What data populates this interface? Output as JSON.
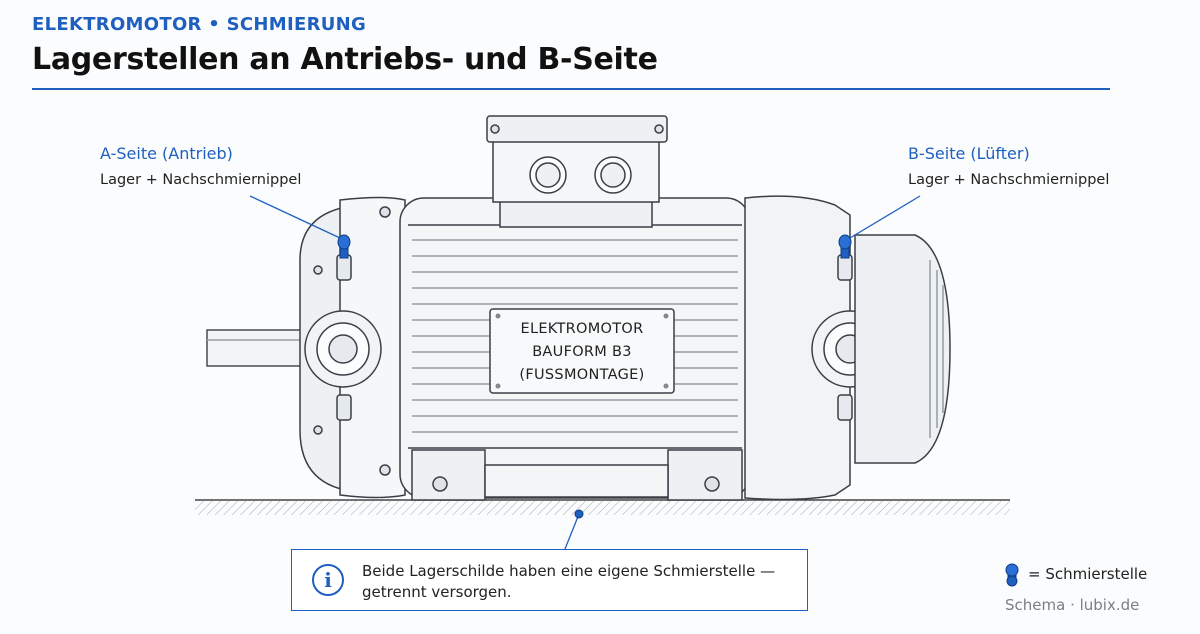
{
  "header": {
    "kicker": "ELEKTROMOTOR • SCHMIERUNG",
    "title": "Lagerstellen an Antriebs- und B-Seite"
  },
  "callouts": {
    "a_side": {
      "heading": "A-Seite (Antrieb)",
      "detail": "Lager + Nachschmiernippel"
    },
    "b_side": {
      "heading": "B-Seite (Lüfter)",
      "detail": "Lager + Nachschmiernippel"
    }
  },
  "nameplate": {
    "line1": "ELEKTROMOTOR",
    "line2": "BAUFORM B3",
    "line3": "(FUSSMONTAGE)"
  },
  "info": {
    "icon": "info-icon",
    "text_line1": "Beide Lagerschilde haben eine eigene Schmierstelle —",
    "text_line2": "getrennt versorgen."
  },
  "legend": {
    "icon": "grease-nipple-icon",
    "label": "= Schmierstelle"
  },
  "credit": "Schema · lubix.de",
  "colors": {
    "accent": "#1f5fbf",
    "text": "#111111",
    "line": "#3a3f46"
  }
}
